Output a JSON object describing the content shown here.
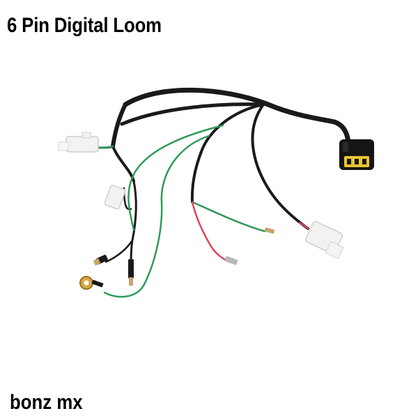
{
  "header": {
    "title": "6 Pin Digital Loom"
  },
  "product_photo": {
    "subject": "wiring-harness",
    "colors": {
      "background": "#ffffff",
      "wire_black": "#1a1a1a",
      "wire_green": "#2e9b5a",
      "wire_red": "#e0405a",
      "connector_white": "#f2f2f2",
      "connector_yellow": "#e8c531"
    }
  },
  "footer": {
    "brand": "bonz mx"
  }
}
